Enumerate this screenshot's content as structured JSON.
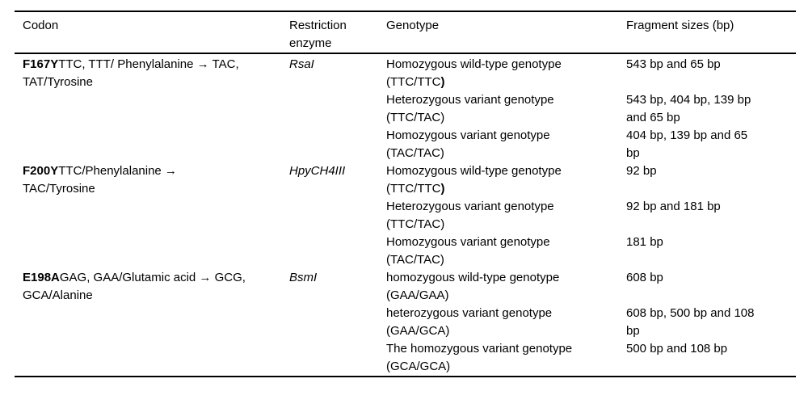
{
  "table": {
    "columns": [
      "Codon",
      "Restriction enzyme",
      "Genotype",
      "Fragment sizes (bp)"
    ],
    "groups": [
      {
        "codon_id": "F167Y",
        "codon_desc": "TTC, TTT/ Phenylalanine → TAC, TAT/Tyrosine",
        "enzyme": "RsaI",
        "rows": [
          {
            "genotype": "Homozygous wild-type genotype",
            "alleles": "(TTC/TTC",
            "alleles_bold": ")",
            "fragments": "543 bp and 65 bp"
          },
          {
            "genotype": "Heterozygous variant genotype",
            "alleles": "(TTC/TAC)",
            "alleles_bold": "",
            "fragments": "543 bp, 404 bp, 139 bp and 65 bp"
          },
          {
            "genotype": "Homozygous variant genotype",
            "alleles": "(TAC/TAC)",
            "alleles_bold": "",
            "fragments": "404 bp, 139 bp and 65 bp"
          }
        ]
      },
      {
        "codon_id": "F200Y",
        "codon_desc": "TTC/Phenylalanine → TAC/Tyrosine",
        "enzyme": "HpyCH4III",
        "rows": [
          {
            "genotype": "Homozygous wild-type genotype",
            "alleles": "(TTC/TTC",
            "alleles_bold": ")",
            "fragments": "92 bp"
          },
          {
            "genotype": "Heterozygous variant genotype",
            "alleles": "(TTC/TAC)",
            "alleles_bold": "",
            "fragments": "92 bp and 181 bp"
          },
          {
            "genotype": "Homozygous variant genotype",
            "alleles": "(TAC/TAC)",
            "alleles_bold": "",
            "fragments": "181 bp"
          }
        ]
      },
      {
        "codon_id": "E198A",
        "codon_desc": "GAG, GAA/Glutamic acid → GCG, GCA/Alanine",
        "enzyme": "BsmI",
        "rows": [
          {
            "genotype": "homozygous wild-type genotype",
            "alleles": "(GAA/GAA)",
            "alleles_bold": "",
            "fragments": "608 bp"
          },
          {
            "genotype": "heterozygous variant genotype",
            "alleles": "(GAA/GCA)",
            "alleles_bold": "",
            "fragments": "608 bp, 500 bp and 108 bp"
          },
          {
            "genotype": "The homozygous variant genotype",
            "alleles": "(GCA/GCA)",
            "alleles_bold": "",
            "fragments": "500 bp and 108 bp"
          }
        ]
      }
    ]
  }
}
